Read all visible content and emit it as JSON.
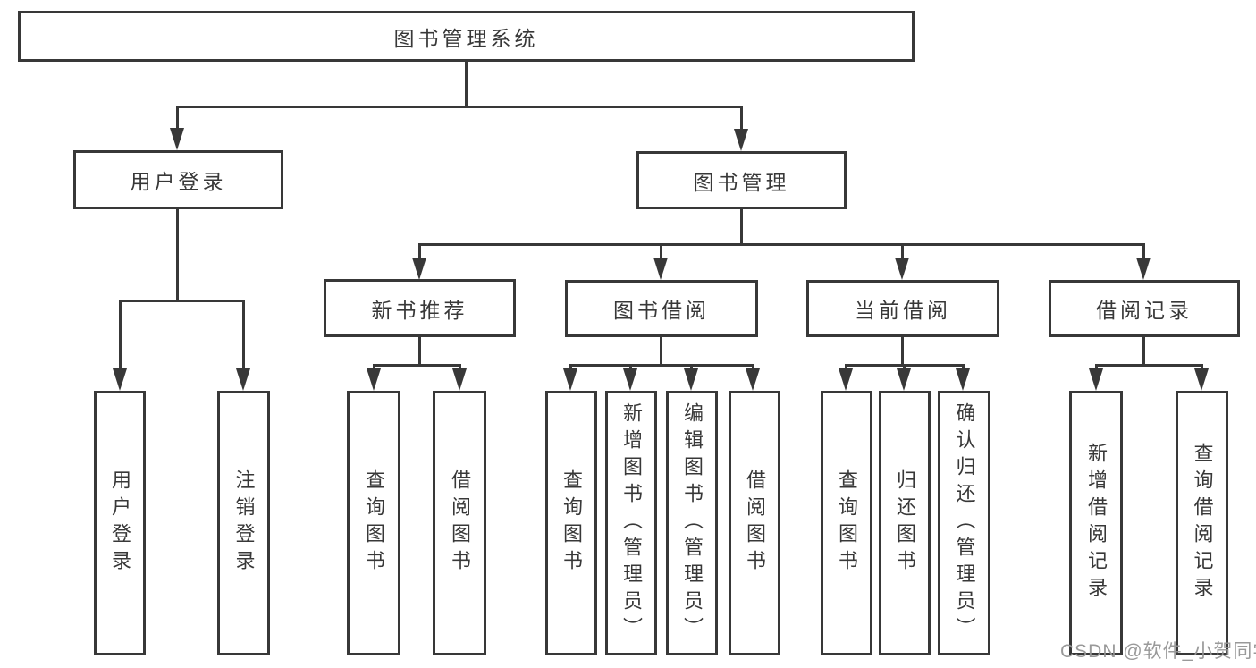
{
  "colors": {
    "line": "#383838",
    "box_border": "#383838",
    "text": "#383838",
    "watermark": "#949494",
    "background": "#ffffff"
  },
  "tree": {
    "root": {
      "label": "图书管理系统"
    },
    "branches": [
      {
        "label": "用户登录",
        "children": [
          "用户登录",
          "注销登录"
        ]
      },
      {
        "label": "图书管理"
      }
    ],
    "modules": [
      {
        "label": "新书推荐",
        "children": [
          "查询图书",
          "借阅图书"
        ]
      },
      {
        "label": "图书借阅",
        "children": [
          "查询图书",
          "新增图书（管理员）",
          "编辑图书（管理员）",
          "借阅图书"
        ]
      },
      {
        "label": "当前借阅",
        "children": [
          "查询图书",
          "归还图书",
          "确认归还（管理员）"
        ]
      },
      {
        "label": "借阅记录",
        "children": [
          "新增借阅记录",
          "查询借阅记录"
        ]
      }
    ]
  },
  "watermark": {
    "text": "CSDN @软件_小贺同学"
  }
}
